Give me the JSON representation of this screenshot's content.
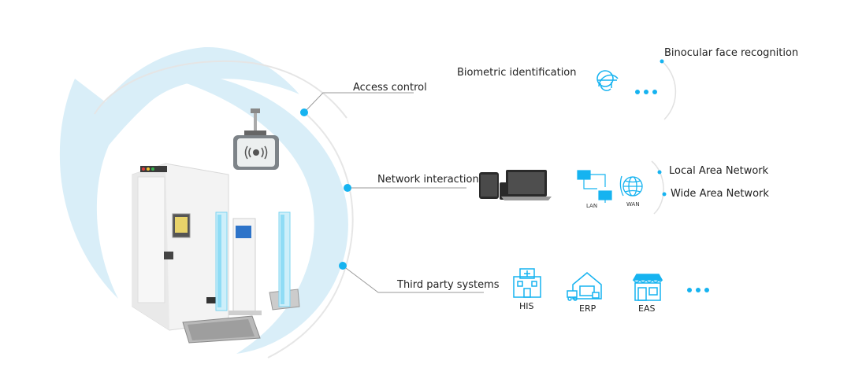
{
  "colors": {
    "accent": "#16b3f0",
    "swirl": "#d9eef8",
    "line": "#9a9a9a"
  },
  "branches": {
    "access_control": {
      "label": "Access control"
    },
    "network_interaction": {
      "label": "Network interaction"
    },
    "third_party": {
      "label": "Third party systems"
    }
  },
  "biometric": {
    "label": "Biometric identification",
    "binocular_label": "Binocular face recognition",
    "icon": "face-scan-icon"
  },
  "network": {
    "lan_caption": "LAN",
    "wan_caption": "WAN",
    "lan_label": "Local Area Network",
    "wan_label": "Wide Area Network",
    "devices_icon": "tablet-phone-laptop-icon"
  },
  "systems": {
    "items": [
      {
        "caption": "HIS",
        "icon": "hospital-icon"
      },
      {
        "caption": "ERP",
        "icon": "warehouse-icon"
      },
      {
        "caption": "EAS",
        "icon": "store-icon"
      }
    ]
  }
}
